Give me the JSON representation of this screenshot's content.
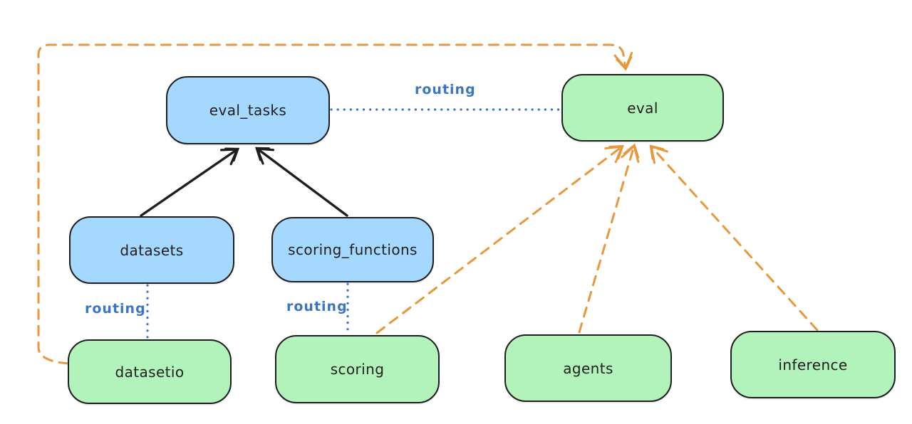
{
  "diagram": {
    "title_hint": "eval routing architecture diagram",
    "nodes": {
      "eval_tasks": {
        "label": "eval_tasks",
        "kind": "resource-blue"
      },
      "eval": {
        "label": "eval",
        "kind": "api-green"
      },
      "datasets": {
        "label": "datasets",
        "kind": "resource-blue"
      },
      "scoring_functions": {
        "label": "scoring_functions",
        "kind": "resource-blue"
      },
      "datasetio": {
        "label": "datasetio",
        "kind": "api-green"
      },
      "scoring": {
        "label": "scoring",
        "kind": "api-green"
      },
      "agents": {
        "label": "agents",
        "kind": "api-green"
      },
      "inference": {
        "label": "inference",
        "kind": "api-green"
      }
    },
    "labels": {
      "routing_top": "routing",
      "routing_left": "routing",
      "routing_mid": "routing"
    },
    "edges": [
      {
        "from": "datasets",
        "to": "eval_tasks",
        "style": "solid-black-arrow"
      },
      {
        "from": "scoring_functions",
        "to": "eval_tasks",
        "style": "solid-black-arrow"
      },
      {
        "from": "eval_tasks",
        "to": "eval",
        "style": "dotted-blue",
        "label": "routing"
      },
      {
        "from": "datasets",
        "to": "datasetio",
        "style": "dotted-blue",
        "label": "routing"
      },
      {
        "from": "scoring_functions",
        "to": "scoring",
        "style": "dotted-blue",
        "label": "routing"
      },
      {
        "from": "datasetio",
        "to": "eval",
        "style": "dashed-orange-arrow"
      },
      {
        "from": "scoring",
        "to": "eval",
        "style": "dashed-orange-arrow"
      },
      {
        "from": "agents",
        "to": "eval",
        "style": "dashed-orange-arrow"
      },
      {
        "from": "inference",
        "to": "eval",
        "style": "dashed-orange-arrow"
      }
    ],
    "colors": {
      "blue_fill": "#a5d8ff",
      "green_fill": "#b2f2bb",
      "stroke_black": "#1e1e1e",
      "routing_blue": "#3b76c2",
      "orange": "#e8973b",
      "background": "#ffffff"
    }
  }
}
